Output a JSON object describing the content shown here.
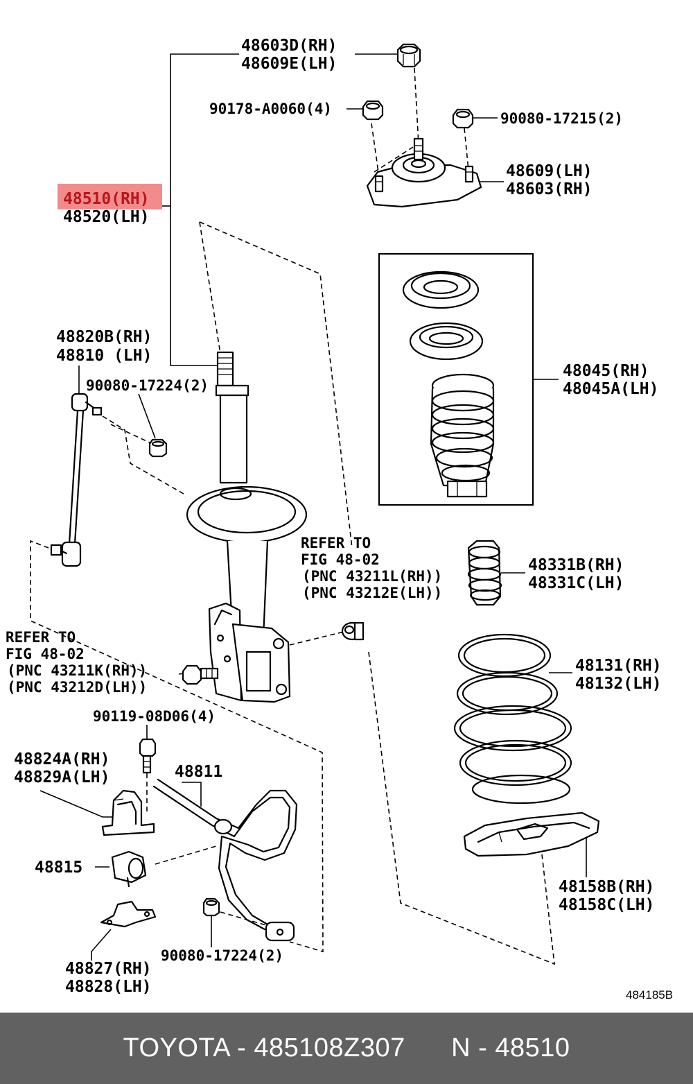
{
  "highlight_color": "#f28b8b",
  "footer_bg": "#616161",
  "labels": {
    "p48603D": "48603D(RH)",
    "p48609E": "48609E(LH)",
    "p90178": "90178-A0060(4)",
    "p90080_17215": "90080-17215(2)",
    "p48609": "48609(LH)",
    "p48603": "48603(RH)",
    "p48510": "48510(RH)",
    "p48520": "48520(LH)",
    "p48820B": "48820B(RH)",
    "p48810": "48810 (LH)",
    "p90080_17224_top": "90080-17224(2)",
    "p48045": "48045(RH)",
    "p48045A": "48045A(LH)",
    "p48331B": "48331B(RH)",
    "p48331C": "48331C(LH)",
    "p48131": "48131(RH)",
    "p48132": "48132(LH)",
    "p90119": "90119-08D06(4)",
    "p48824A": "48824A(RH)",
    "p48829A": "48829A(LH)",
    "p48811": "48811",
    "p48815": "48815",
    "p48827": "48827(RH)",
    "p48828": "48828(LH)",
    "p90080_17224_bot": "90080-17224(2)",
    "p48158B": "48158B(RH)",
    "p48158C": "48158C(LH)"
  },
  "refs": {
    "right": [
      "REFER TO",
      "FIG 48-02",
      "(PNC 43211L(RH))",
      "(PNC 43212E(LH))"
    ],
    "left": [
      "REFER TO",
      "FIG 48-02",
      "(PNC 43211K(RH))",
      "(PNC 43212D(LH))"
    ]
  },
  "diagram_code": "484185B",
  "footer": {
    "text": "TOYOTA - 485108Z307      N - 48510"
  }
}
